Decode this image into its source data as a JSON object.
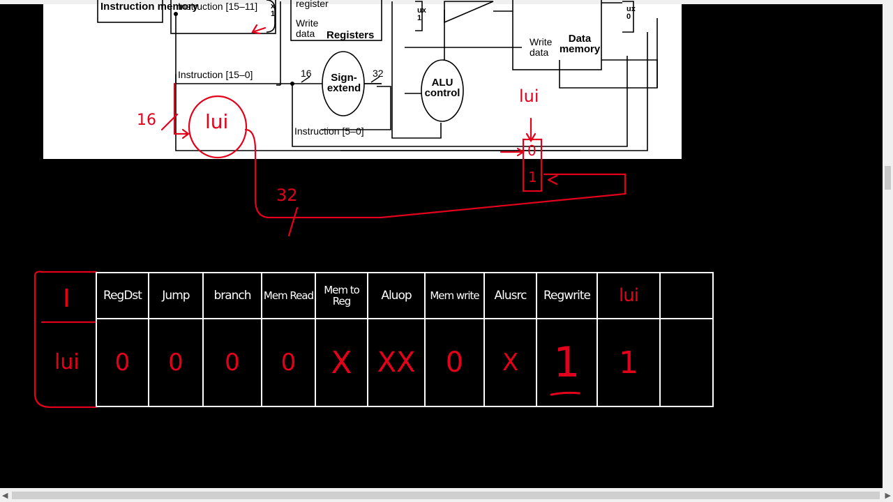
{
  "diagram": {
    "labels": {
      "instruction_memory": "Instruction memory",
      "instr_15_11": "Instruction [15–11]",
      "register": "register",
      "write_data_reg": "Write data",
      "registers": "Registers",
      "instr_15_0": "Instruction [15–0]",
      "sixteen": "16",
      "sign_extend": "Sign-extend",
      "thirty_two": "32",
      "alu_control": "ALU control",
      "instr_5_0": "Instruction [5–0]",
      "write_data_mem": "Write data",
      "data_memory": "Data memory",
      "mux_left": "ux 1",
      "mux_top": "x 1",
      "mux_right": "ux 0"
    }
  },
  "annotations": {
    "lui_circle": "lui",
    "width_16": "16",
    "width_32": "32",
    "lui_mux": "lui",
    "mux_in0": "0",
    "mux_in1": "1"
  },
  "table": {
    "row_header": "I",
    "row_label": "lui",
    "headers": [
      "RegDst",
      "Jump",
      "branch",
      "Mem Read",
      "Mem to Reg",
      "Aluop",
      "Mem write",
      "Alusrc",
      "Regwrite",
      "lui",
      ""
    ],
    "values": [
      "0",
      "0",
      "0",
      "0",
      "X",
      "XX",
      "0",
      "X",
      "1",
      "1",
      ""
    ]
  },
  "colors": {
    "annotation": "#e3001b",
    "background": "#000000",
    "table_lines": "#ffffff"
  }
}
